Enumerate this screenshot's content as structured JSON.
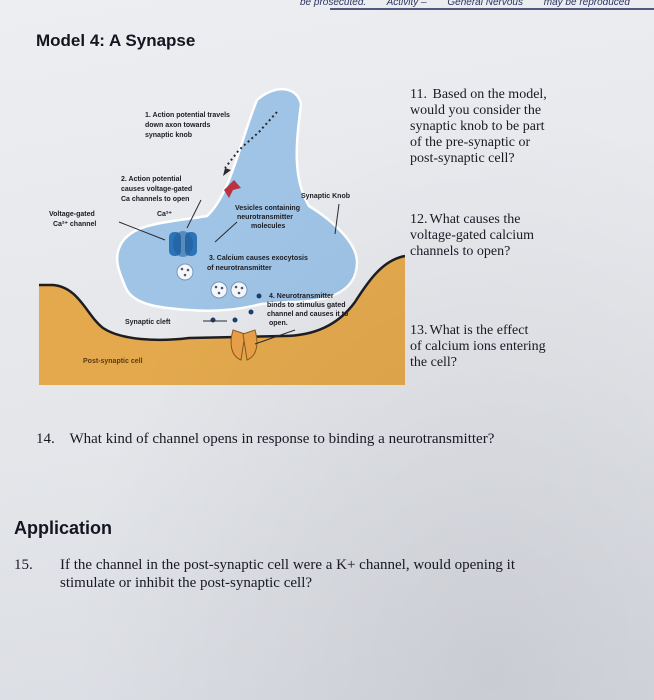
{
  "header": {
    "fragments": [
      "be prosecuted.",
      "Activity –",
      "General Nervous",
      "may be reproduced"
    ]
  },
  "model": {
    "title": "Model 4: A Synapse"
  },
  "diagram": {
    "labels": {
      "step1_l1": "1. Action potential travels",
      "step1_l2": "down axon towards",
      "step1_l3": "synaptic knob",
      "step2_l1": "2. Action potential",
      "step2_l2": "causes voltage-gated",
      "step2_l3": "Ca channels to open",
      "synaptic_knob": "Synaptic Knob",
      "vesicles_l1": "Vesicles containing",
      "vesicles_l2": "neurotransmitter",
      "vesicles_l3": "molecules",
      "voltage_l1": "Voltage-gated",
      "voltage_l2": "Ca²⁺ channel",
      "ca_ion": "Ca²⁺",
      "step3_l1": "3. Calcium causes exocytosis",
      "step3_l2": "of neurotransmitter",
      "step4_l1": "4. Neurotransmitter",
      "step4_l2": "binds to stimulus gated",
      "step4_l3": "channel and causes it to",
      "step4_l4": "open.",
      "synaptic_cleft": "Synaptic cleft",
      "post_synaptic": "Post-synaptic cell"
    },
    "colors": {
      "neuron": "#9fc4e6",
      "post_cell": "#e4a94d",
      "channel": "#2d73b8",
      "stim_channel": "#e9a148"
    }
  },
  "questions": {
    "q11": {
      "number": "11.",
      "l1": "Based on the model,",
      "l2": "would you consider the",
      "l3": "synaptic knob to be part",
      "l4": "of the pre-synaptic or",
      "l5": "post-synaptic cell?"
    },
    "q12": {
      "number": "12.",
      "l1": "What causes the",
      "l2": "voltage-gated calcium",
      "l3": "channels to open?"
    },
    "q13": {
      "number": "13.",
      "l1": "What is the effect",
      "l2": "of calcium ions entering",
      "l3": "the cell?"
    },
    "q14": {
      "number": "14.",
      "text": "What kind of channel opens in response to binding a neurotransmitter?"
    }
  },
  "application": {
    "heading": "Application",
    "q15": {
      "number": "15.",
      "l1": "If the channel in the post-synaptic cell were a K+ channel, would opening it",
      "l2": "stimulate or inhibit the post-synaptic cell?"
    }
  }
}
